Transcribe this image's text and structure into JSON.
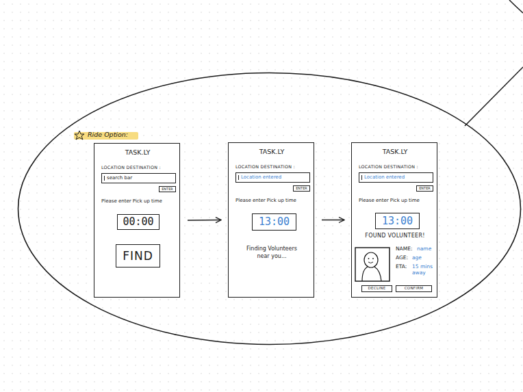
{
  "diagram": {
    "nodes": [
      {
        "text": [
          "Ride Option:"
        ]
      },
      {
        "text": [
          "TASK.LY",
          "LOCATION DESTINATION :",
          "Please enter Pick up time"
        ],
        "in": 0
      },
      {
        "text": [
          "search bar"
        ],
        "in": 1
      },
      {
        "text": [
          "ENTER"
        ],
        "in": 1
      },
      {
        "text": [
          "00:00"
        ],
        "in": 1
      },
      {
        "text": [
          "FIND"
        ],
        "in": 1
      },
      {
        "text": [
          "TASK.LY",
          "LOCATION DESTINATION :",
          "Please enter Pick up time",
          "Finding Volunteers near you..."
        ],
        "in": 0
      },
      {
        "text": [
          "Location entered"
        ],
        "in": 6
      },
      {
        "text": [
          "ENTER"
        ],
        "in": 6
      },
      {
        "text": [
          "13:00"
        ],
        "in": 6
      },
      {
        "text": [
          "TASK.LY",
          "LOCATION DESTINATION :",
          "Please enter Pick up time",
          "FOUND VOLUNTEER!",
          "NAME:",
          "name",
          "AGE:",
          "age",
          "ETA:",
          "15 mins away"
        ],
        "in": 0
      },
      {
        "text": [
          "Location entered"
        ],
        "in": 10
      },
      {
        "text": [
          "ENTER"
        ],
        "in": 10
      },
      {
        "text": [
          "13:00"
        ],
        "in": 10
      },
      {
        "text": [
          "DECLINE"
        ],
        "in": 10
      },
      {
        "text": [
          "CONFIRM"
        ],
        "in": 10
      }
    ],
    "edges": [
      {
        "from": 1,
        "to": 6,
        "arrow": "to"
      },
      {
        "from": 6,
        "to": 10,
        "arrow": "to"
      }
    ]
  }
}
